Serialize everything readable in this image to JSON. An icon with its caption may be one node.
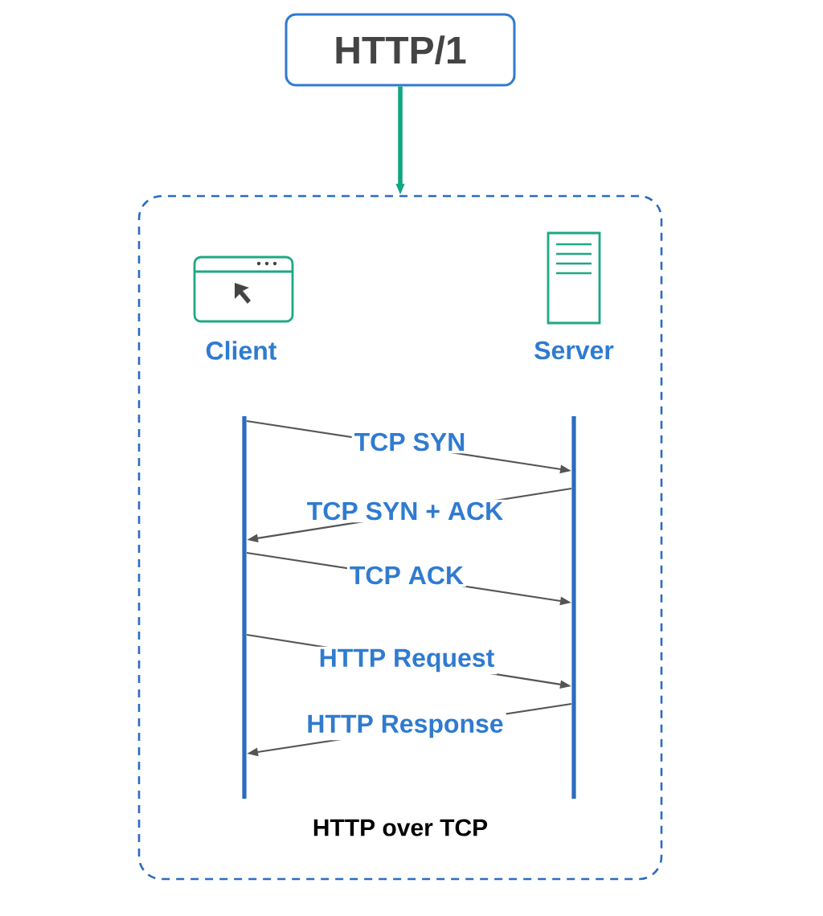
{
  "diagram": {
    "nodes": [
      {
        "text": [
          "HTTP/1"
        ]
      },
      {
        "text": [
          "HTTP over TCP"
        ]
      },
      {
        "text": [
          "Client"
        ],
        "in": 1
      },
      {
        "text": [
          "Server"
        ],
        "in": 1
      },
      {
        "text": [],
        "shape": "bar",
        "in": 1
      },
      {
        "text": [],
        "shape": "bar",
        "in": 1
      }
    ],
    "edges": [
      {
        "from": 0,
        "to": 1,
        "arrow": "to",
        "style": "thick",
        "color": "#12a683"
      },
      {
        "from": 4,
        "to": 5,
        "arrow": "to",
        "label": "TCP SYN"
      },
      {
        "from": 5,
        "to": 4,
        "arrow": "to",
        "label": "TCP SYN + ACK"
      },
      {
        "from": 4,
        "to": 5,
        "arrow": "to",
        "label": "TCP ACK"
      },
      {
        "from": 4,
        "to": 5,
        "arrow": "to",
        "label": "HTTP Request"
      },
      {
        "from": 5,
        "to": 4,
        "arrow": "to",
        "label": "HTTP Response"
      }
    ]
  }
}
